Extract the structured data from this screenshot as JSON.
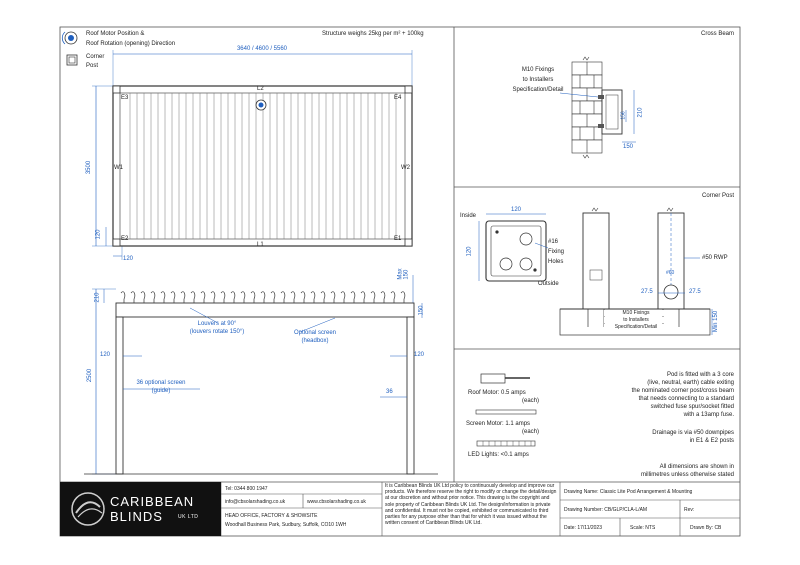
{
  "plan": {
    "legend_motor": [
      "Roof Motor Position &",
      "Roof Rotation (opening) Direction"
    ],
    "legend_post": [
      "Corner",
      "Post"
    ],
    "weight_note": "Structure weighs 25kg per m² + 100kg",
    "width_dim": "3640 / 4600 / 5560",
    "depth_dim": "3500",
    "small_dim_v": "120",
    "small_dim_h": "120",
    "labels": {
      "e1": "E1",
      "e2": "E2",
      "e3": "E3",
      "e4": "E4",
      "l1": "L1",
      "l2": "L2",
      "w1": "W1",
      "w2": "W2"
    }
  },
  "elevation": {
    "height_dim": "2500",
    "top_dim": "210",
    "max_dim": "Max\n150",
    "right_small": "150",
    "post_left": "120",
    "post_right": "120",
    "louvers_note": [
      "Louvers at 90°",
      "(louvers rotate 150°)"
    ],
    "screen_note": [
      "Optional screen",
      "(headbox)"
    ],
    "guide_note": [
      "36 optional screen",
      "(guide)"
    ],
    "guide_right": "36"
  },
  "cross_beam": {
    "title": "Cross Beam",
    "fixings": [
      "M10 Fixings",
      "to Installers",
      "Specification/Detail"
    ],
    "dims": {
      "d1": "210",
      "d2": "150",
      "d3": "156"
    }
  },
  "corner_post": {
    "title": "Corner Post",
    "inside": "Inside",
    "outside": "Outside",
    "top_dim": "120",
    "side_dim": "120",
    "fixing_holes": [
      "#16",
      "Fixing",
      "Holes"
    ],
    "rwp": "#50 RWP",
    "dim_275_a": "27.5",
    "dim_275_b": "27.5",
    "min_dim": "Min 150",
    "dim_60": "#60",
    "fixings": [
      "M10 Fixings",
      "to Installers",
      "Specification/Detail"
    ]
  },
  "electrical": {
    "roof_motor": "Roof Motor: 0.5 amps",
    "roof_motor_each": "(each)",
    "screen_motor": "Screen Motor: 1.1 amps",
    "screen_motor_each": "(each)",
    "led": "LED Lights: <0.1 amps"
  },
  "notes": {
    "pod": [
      "Pod is fitted with a 3 core",
      "(live, neutral, earth) cable exiting",
      "the nominated corner post/cross beam",
      "that needs connecting to a standard",
      "switched fuse spur/socket fitted",
      "with a 13amp fuse."
    ],
    "drainage": [
      "Drainage is via #50 downpipes",
      "in E1 & E2 posts"
    ],
    "dims": [
      "All dimensions are shown in",
      "millimetres unless otherwise stated"
    ]
  },
  "title_block": {
    "logo_line1": "CARIBBEAN",
    "logo_line2": "BLINDS",
    "logo_suffix": "UK LTD",
    "tel": "Tel: 0344 800 1947",
    "email": "info@cbsolarshading.co.uk",
    "web": "www.cbsolarshading.co.uk",
    "office": "HEAD OFFICE, FACTORY & SHOWSITE",
    "address": "Woodhall Business Park, Sudbury, Suffolk, CO10 1WH",
    "disclaimer": "It is Caribbean Blinds UK Ltd policy to continuously develop and improve our products. We therefore reserve the right to modify or change the detail/design at our discretion and without prior notice. This drawing is the copyright and sole property of Caribbean Blinds UK Ltd. The design/information is private and confidential. It must not be copied, exhibited or communicated to third parties for any purpose other than that for which it was issued without the written consent of Caribbean Blinds UK Ltd.",
    "drawing_name": "Drawing Name: Classic Lite Pod Arrangement & Mounting",
    "drawing_number": "Drawing Number: CB/GLP/CLA-L/AM",
    "rev": "Rev:",
    "date": "Date: 17/11/2023",
    "scale": "Scale: NTS",
    "drawn_by": "Drawn By: CB"
  }
}
